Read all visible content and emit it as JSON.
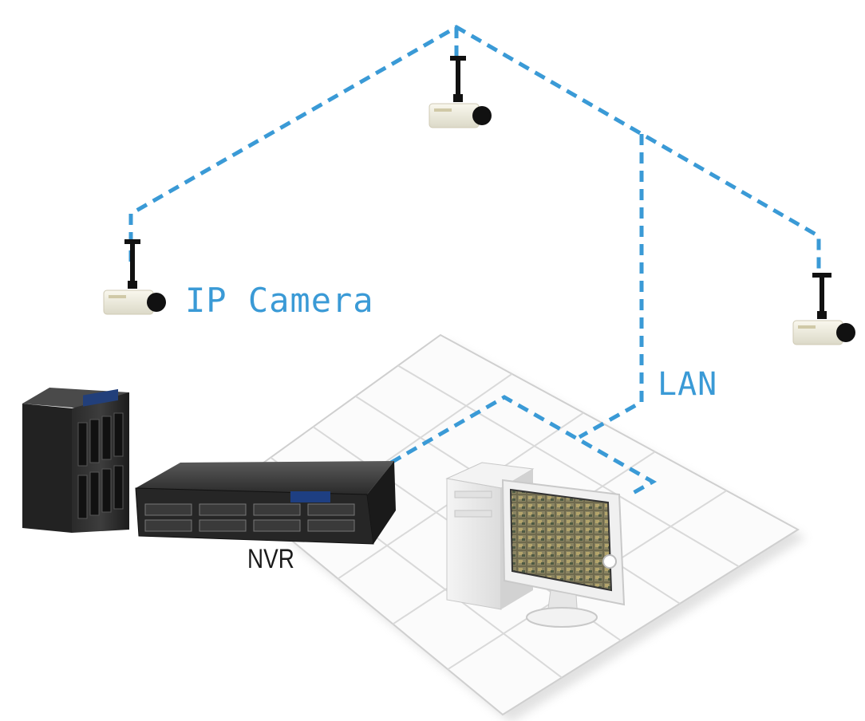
{
  "labels": {
    "ip_camera": "IP Camera",
    "lan": "LAN",
    "nvr": "NVR"
  },
  "colors": {
    "network_line": "#3a9ad6",
    "label_blue": "#3a9ad6",
    "label_dark": "#1a1a1a",
    "floor_grid": "#d9d9d9",
    "camera_body": "#f1efe4",
    "camera_mount": "#111111"
  },
  "icons": {
    "camera": "ceiling-mounted-ip-camera-icon",
    "storage": "tower-nas-storage-icon",
    "nvr": "rack-nvr-recorder-icon",
    "workstation": "desktop-pc-with-monitor-icon"
  }
}
